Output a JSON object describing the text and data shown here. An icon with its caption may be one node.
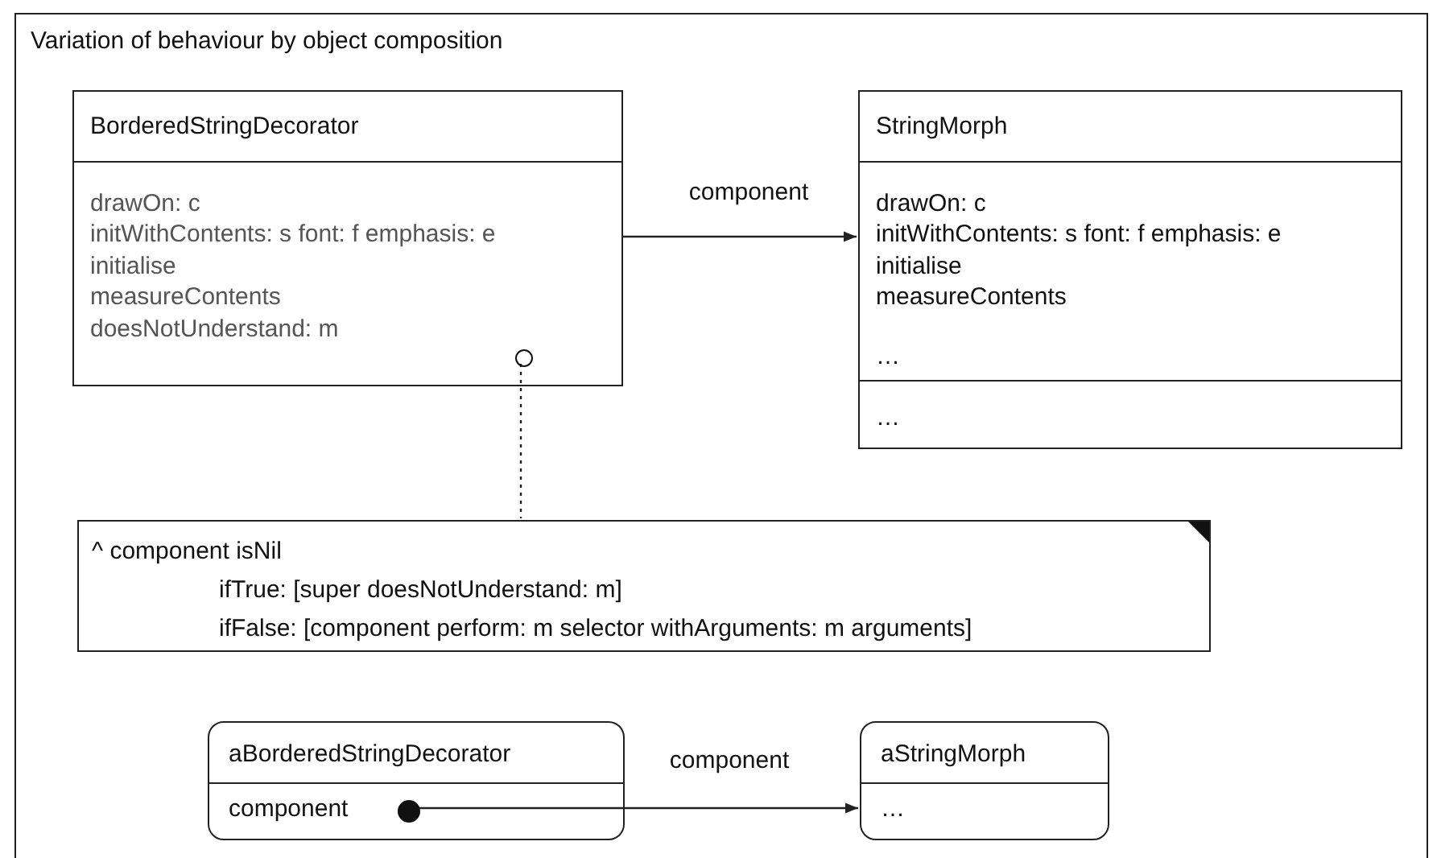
{
  "diagram": {
    "nodes": [
      {
        "text": [
          "Variation of behaviour by object composition"
        ]
      },
      {
        "text": [
          "BorderedStringDecorator",
          "drawOn: c",
          "initWithContents: s font: f emphasis: e",
          "initialise",
          "measureContents",
          "doesNotUnderstand: m"
        ],
        "in": 0
      },
      {
        "text": [
          "StringMorph",
          "drawOn: c",
          "initWithContents: s font: f emphasis: e",
          "initialise",
          "measureContents",
          "…",
          "…"
        ],
        "in": 0
      },
      {
        "text": [
          "^ component isNil",
          "ifTrue: [super doesNotUnderstand: m]",
          "ifFalse: [component perform: m selector withArguments: m arguments]"
        ],
        "in": 0
      },
      {
        "text": [],
        "shape": "circle",
        "in": 1
      },
      {
        "text": [
          "aBorderedStringDecorator",
          "component"
        ],
        "in": 0
      },
      {
        "text": [
          "aStringMorph",
          "…"
        ],
        "in": 0
      },
      {
        "text": [],
        "shape": "circle",
        "in": 5
      }
    ],
    "edges": [
      {
        "from": 1,
        "to": 2,
        "label": "component",
        "arrow": "to"
      },
      {
        "from": 4,
        "to": 3,
        "arrow": "none",
        "style": "dashed"
      },
      {
        "from": 7,
        "to": 6,
        "label": "component",
        "arrow": "to"
      }
    ]
  }
}
